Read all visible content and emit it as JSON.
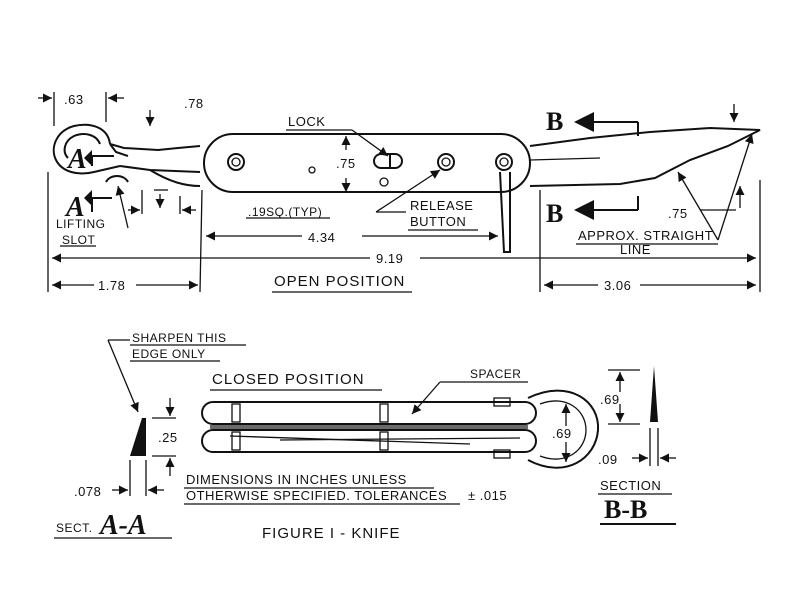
{
  "figure": {
    "caption": "FIGURE I - KNIFE",
    "note_line1": "DIMENSIONS IN INCHES UNLESS",
    "note_line2": "OTHERWISE SPECIFIED. TOLERANCES",
    "tolerance": "± .015"
  },
  "open_view": {
    "title": "OPEN POSITION",
    "labels": {
      "lock": "LOCK",
      "release_line1": "RELEASE",
      "release_line2": "BUTTON",
      "lifting_line1": "LIFTING",
      "lifting_line2": "SLOT",
      "approx_line1": "APPROX. STRAIGHT",
      "approx_line2": "LINE",
      "sq_typ": ".19SQ.(TYP)"
    },
    "dimensions": {
      "hook_width": ".63",
      "hook_height": ".78",
      "lock_height": ".75",
      "blade_height": ".75",
      "handle_length": "4.34",
      "overall_length": "9.19",
      "hook_offset": "1.78",
      "blade_tip": "3.06"
    },
    "section_marks": {
      "a": "A",
      "b": "B"
    }
  },
  "closed_view": {
    "title": "CLOSED POSITION",
    "spacer_label": "SPACER",
    "ring_dim": ".69"
  },
  "section_aa": {
    "label_prefix": "SECT.",
    "letters": "A-A",
    "sharpen_line1": "SHARPEN THIS",
    "sharpen_line2": "EDGE ONLY",
    "height": ".25",
    "width": ".078"
  },
  "section_bb": {
    "label": "SECTION",
    "letters": "B-B",
    "height": ".69",
    "width": ".09"
  }
}
